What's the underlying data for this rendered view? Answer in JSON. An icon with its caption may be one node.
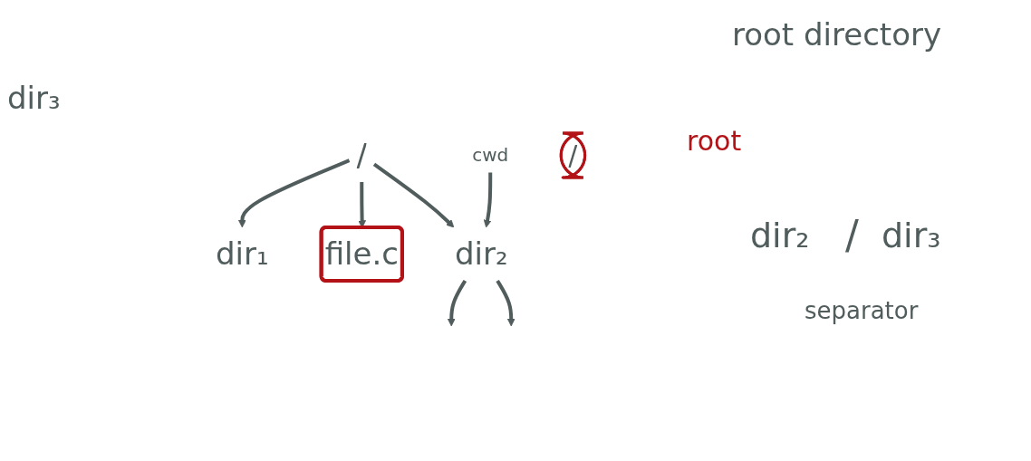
{
  "diagram": {
    "nodes": [
      {
        "text": [
          "/"
        ]
      },
      {
        "text": [
          "dir₁"
        ]
      },
      {
        "text": [
          "file.c"
        ]
      },
      {
        "text": [
          "dir₂"
        ]
      },
      {
        "text": [
          "cwd"
        ]
      },
      {
        "text": [
          "/"
        ]
      }
    ],
    "edges": [
      {
        "from": 0,
        "to": 1,
        "arrow": "to"
      },
      {
        "from": 0,
        "to": 2,
        "arrow": "to"
      },
      {
        "from": 0,
        "to": 3,
        "arrow": "to"
      },
      {
        "from": 4,
        "to": 3,
        "arrow": "to"
      },
      {
        "from": 3,
        "to": null,
        "arrow": "to"
      },
      {
        "from": 3,
        "to": null,
        "arrow": "to"
      }
    ],
    "labels": [
      "dir₃",
      "root directory",
      "root",
      "dir₂",
      "/",
      "dir₃",
      "separator"
    ]
  }
}
